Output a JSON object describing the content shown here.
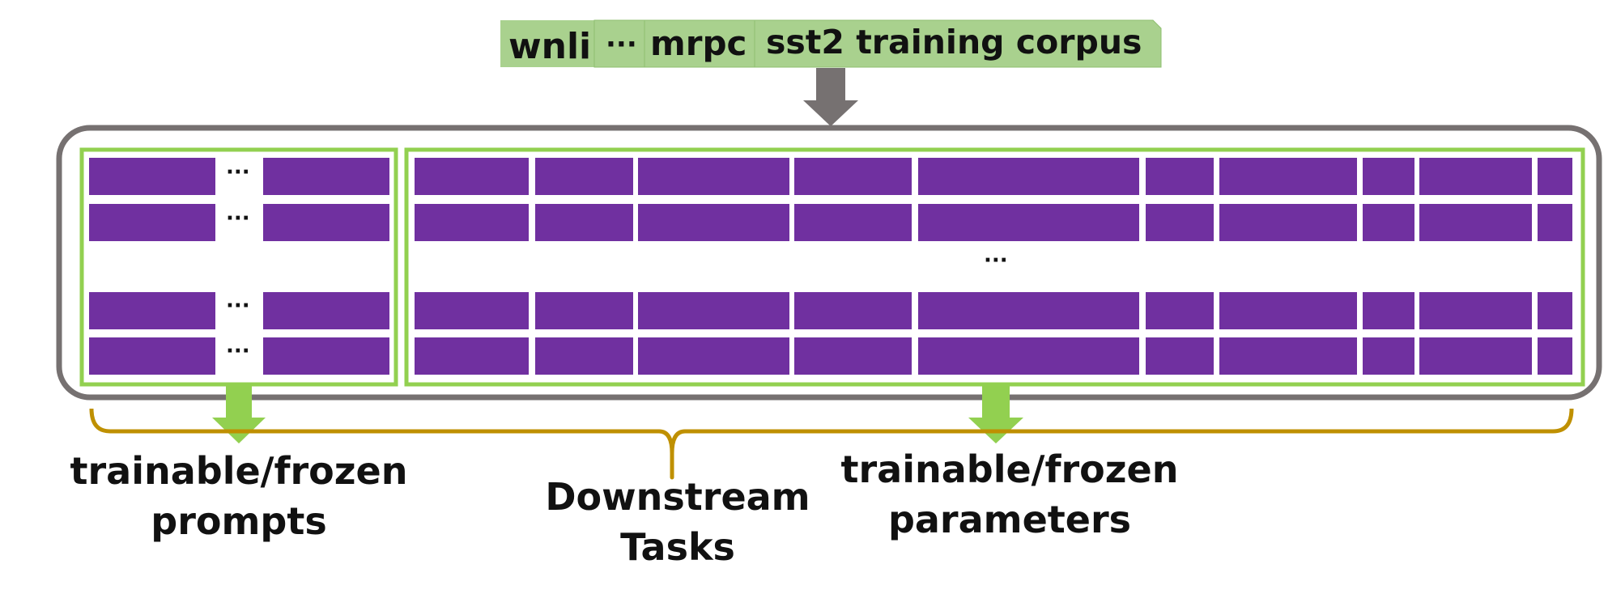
{
  "corpus": {
    "tabs": [
      "wnli",
      "···",
      "mrpc",
      "sst2 training corpus"
    ]
  },
  "prompt_block": {
    "row_ellipsis": "···",
    "rows_shown": 4,
    "cells_per_row": 2
  },
  "param_block": {
    "row_ellipsis": "···",
    "rows_shown": 4,
    "cells_per_row": 10
  },
  "labels": {
    "prompts_line1": "trainable/frozen",
    "prompts_line2": "prompts",
    "params_line1": "trainable/frozen",
    "params_line2": "parameters",
    "downstream_line1": "Downstream",
    "downstream_line2": "Tasks"
  },
  "colors": {
    "tab_fill": "#a9d18e",
    "cell_fill": "#7030a0",
    "block_border": "#92d050",
    "outer_border": "#767171",
    "arrow_gray": "#767171",
    "arrow_green": "#92d050",
    "brace": "#bf9000"
  }
}
